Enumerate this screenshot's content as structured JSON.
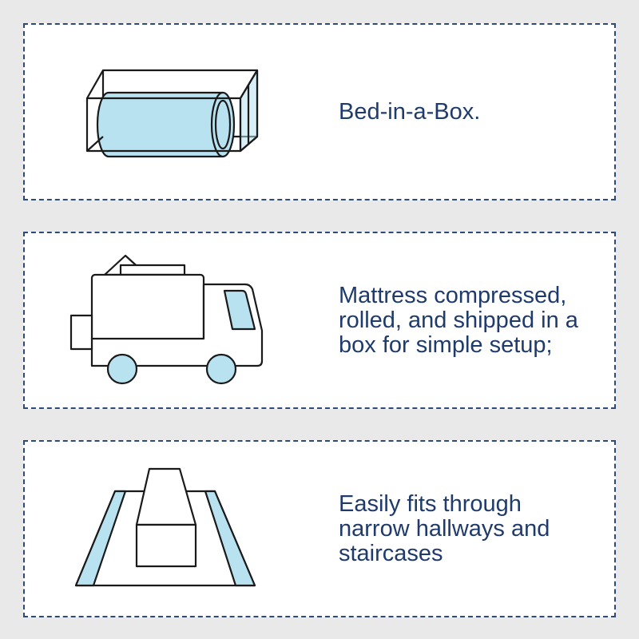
{
  "features": [
    {
      "icon": "rolled-mattress-box-icon",
      "text": "Bed-in-a-Box."
    },
    {
      "icon": "delivery-truck-icon",
      "text": "Mattress compressed,\nrolled, and shipped in a\nbox for simple setup;"
    },
    {
      "icon": "narrow-hallway-icon",
      "text": "Easily fits through\nnarrow hallways and\nstaircases"
    }
  ],
  "colors": {
    "accent": "#b9e2f1",
    "stroke": "#1a1a1a",
    "border": "#2e4a7a",
    "text": "#1f3b6b",
    "background": "#e9e9ea"
  }
}
